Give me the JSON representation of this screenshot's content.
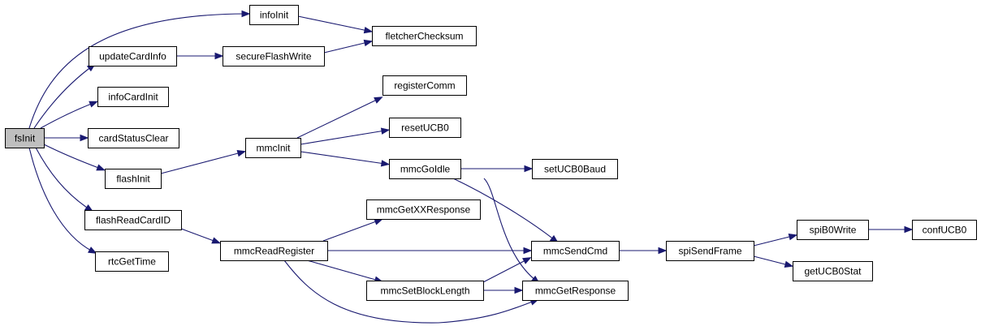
{
  "colors": {
    "edge": "#191970",
    "node_fill": "#ffffff",
    "root_fill": "#bfbfbf",
    "border": "#000000"
  },
  "nodes": {
    "fsInit": "fsInit",
    "infoInit": "infoInit",
    "updateCardInfo": "updateCardInfo",
    "secureFlashWrite": "secureFlashWrite",
    "fletcherChecksum": "fletcherChecksum",
    "infoCardInit": "infoCardInit",
    "cardStatusClear": "cardStatusClear",
    "flashInit": "flashInit",
    "mmcInit": "mmcInit",
    "registerComm": "registerComm",
    "resetUCB0": "resetUCB0",
    "mmcGoIdle": "mmcGoIdle",
    "setUCB0Baud": "setUCB0Baud",
    "flashReadCardID": "flashReadCardID",
    "mmcReadRegister": "mmcReadRegister",
    "mmcGetXXResponse": "mmcGetXXResponse",
    "mmcSendCmd": "mmcSendCmd",
    "mmcSetBlockLength": "mmcSetBlockLength",
    "mmcGetResponse": "mmcGetResponse",
    "rtcGetTime": "rtcGetTime",
    "spiSendFrame": "spiSendFrame",
    "spiB0Write": "spiB0Write",
    "confUCB0": "confUCB0",
    "getUCB0Stat": "getUCB0Stat"
  },
  "edges": [
    [
      "fsInit",
      "infoInit"
    ],
    [
      "fsInit",
      "updateCardInfo"
    ],
    [
      "fsInit",
      "infoCardInit"
    ],
    [
      "fsInit",
      "cardStatusClear"
    ],
    [
      "fsInit",
      "flashInit"
    ],
    [
      "fsInit",
      "flashReadCardID"
    ],
    [
      "fsInit",
      "rtcGetTime"
    ],
    [
      "infoInit",
      "fletcherChecksum"
    ],
    [
      "updateCardInfo",
      "secureFlashWrite"
    ],
    [
      "secureFlashWrite",
      "fletcherChecksum"
    ],
    [
      "flashInit",
      "mmcInit"
    ],
    [
      "mmcInit",
      "registerComm"
    ],
    [
      "mmcInit",
      "resetUCB0"
    ],
    [
      "mmcInit",
      "mmcGoIdle"
    ],
    [
      "mmcGoIdle",
      "setUCB0Baud"
    ],
    [
      "mmcGoIdle",
      "mmcSendCmd"
    ],
    [
      "mmcGoIdle",
      "mmcGetResponse"
    ],
    [
      "flashReadCardID",
      "mmcReadRegister"
    ],
    [
      "mmcReadRegister",
      "mmcGetXXResponse"
    ],
    [
      "mmcReadRegister",
      "mmcSendCmd"
    ],
    [
      "mmcReadRegister",
      "mmcSetBlockLength"
    ],
    [
      "mmcReadRegister",
      "mmcGetResponse"
    ],
    [
      "mmcSetBlockLength",
      "mmcSendCmd"
    ],
    [
      "mmcSetBlockLength",
      "mmcGetResponse"
    ],
    [
      "mmcSendCmd",
      "spiSendFrame"
    ],
    [
      "spiSendFrame",
      "spiB0Write"
    ],
    [
      "spiSendFrame",
      "getUCB0Stat"
    ],
    [
      "spiB0Write",
      "confUCB0"
    ]
  ]
}
